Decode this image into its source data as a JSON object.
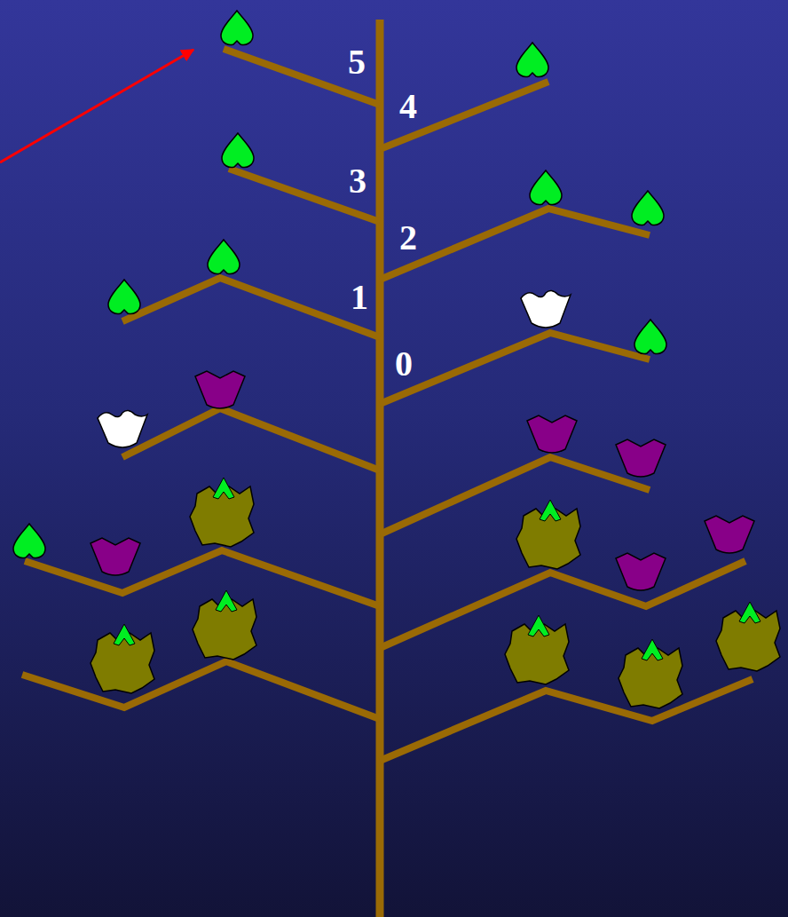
{
  "diagram": {
    "labels": [
      "5",
      "4",
      "3",
      "2",
      "1",
      "0"
    ]
  }
}
